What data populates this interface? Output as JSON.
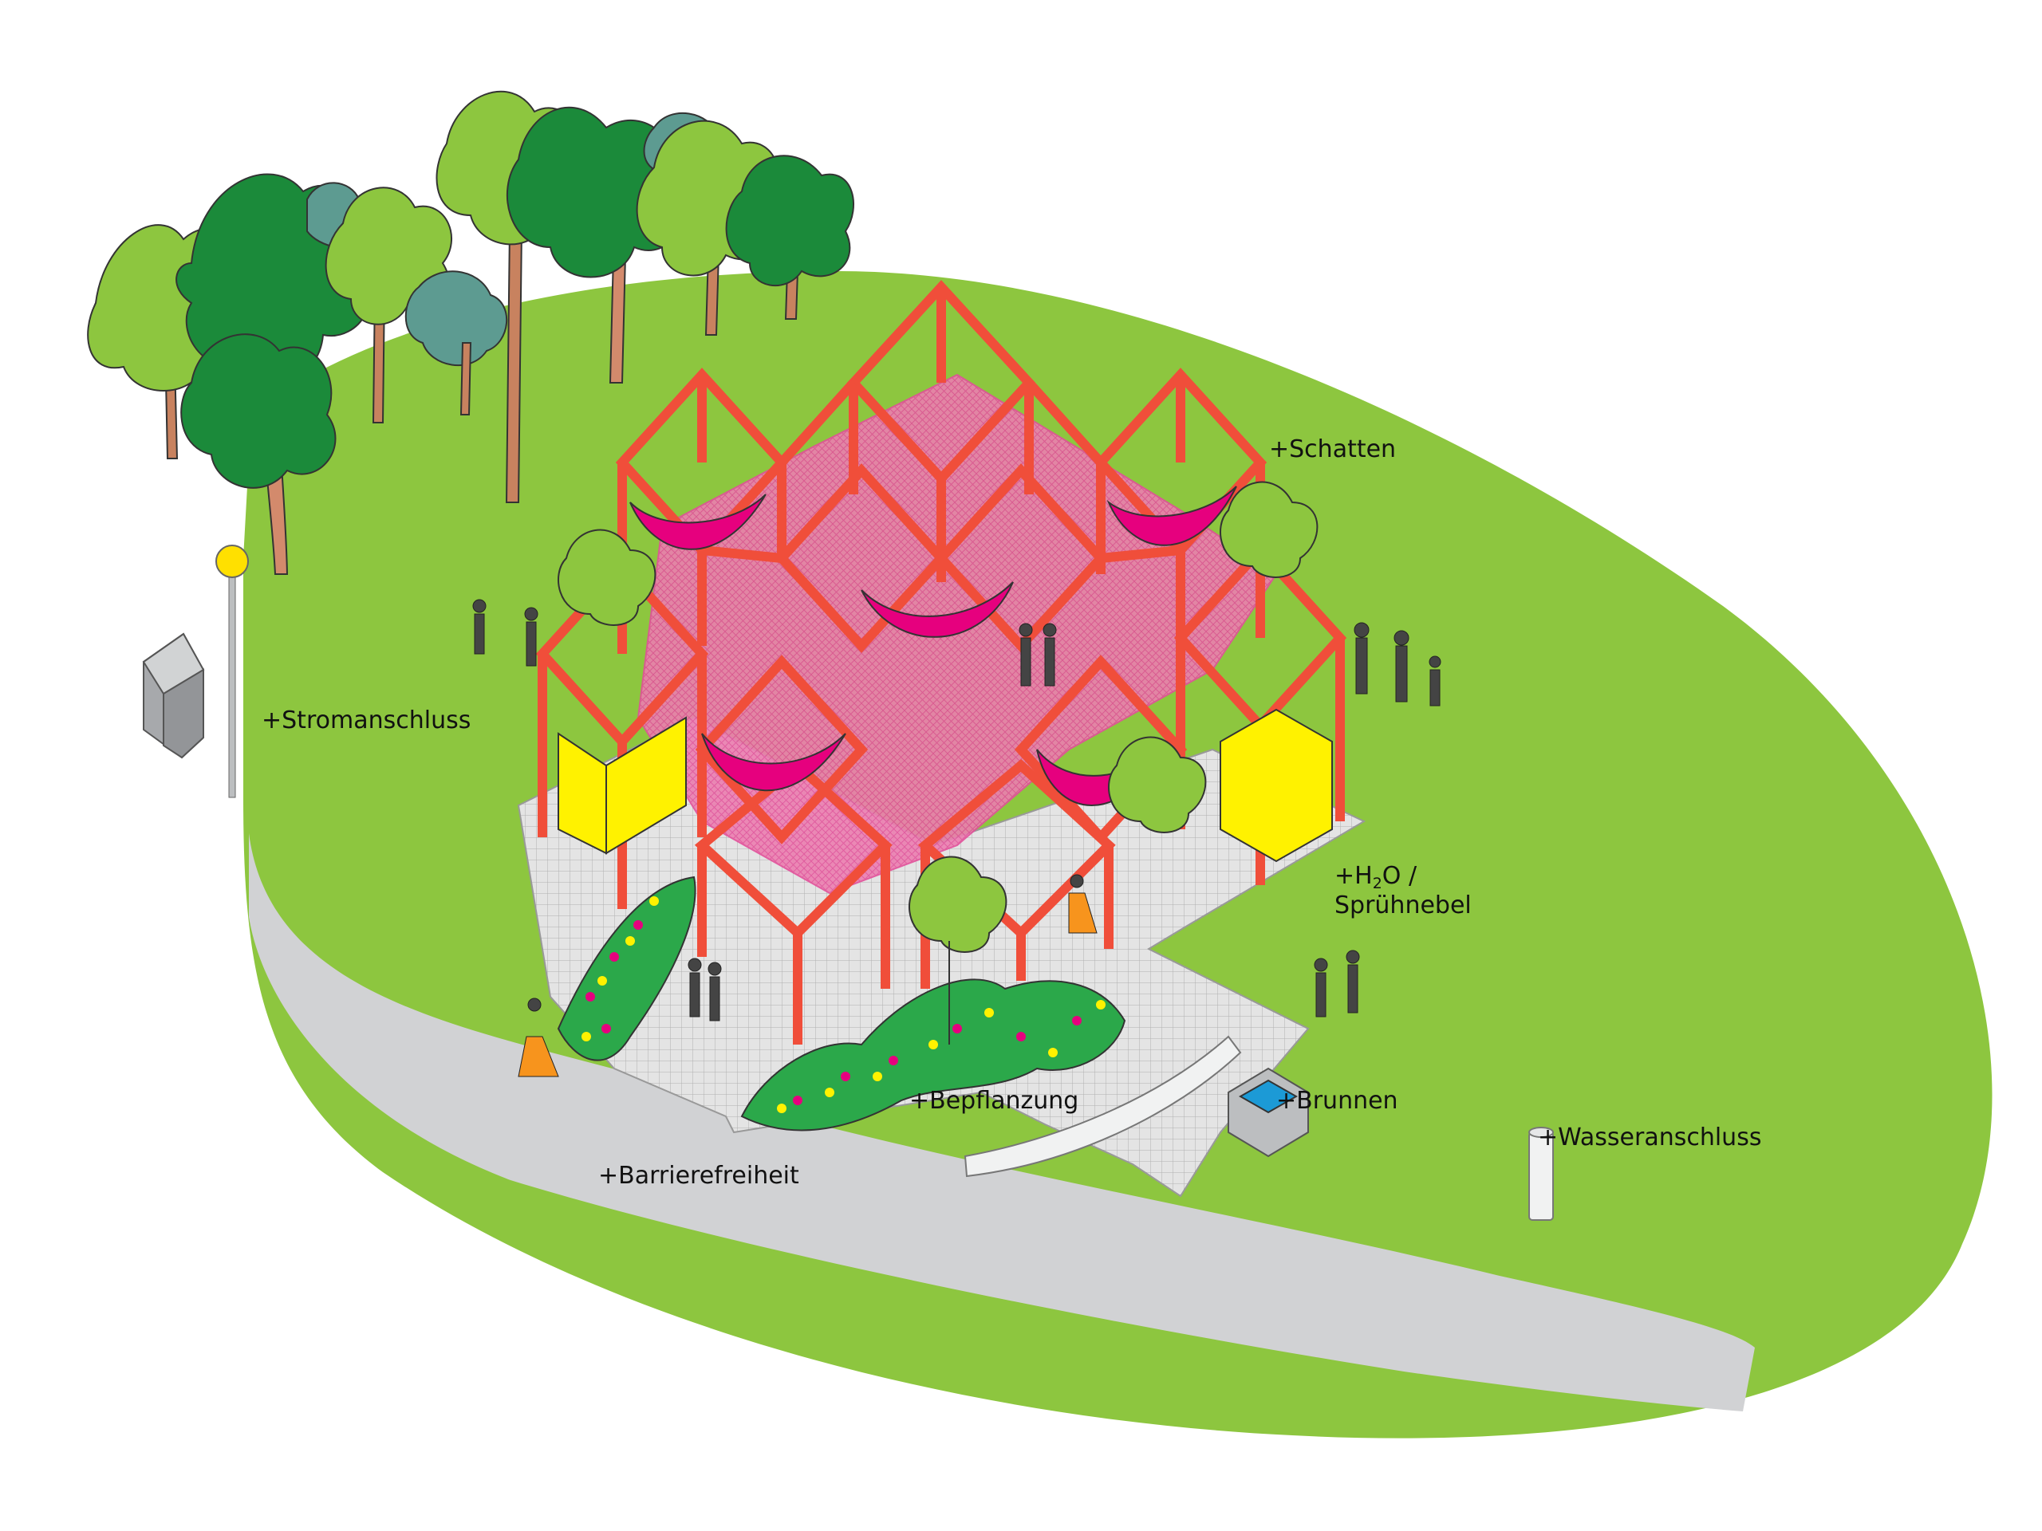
{
  "colors": {
    "lawn": "#8dc63f",
    "path": "#d1d2d4",
    "pavement": "#e4e4e4",
    "frame": "#f04e3a",
    "canopy": "#e8438c",
    "hammock": "#e6007e",
    "seat_yellow": "#fff200",
    "tree_light": "#8dc63f",
    "tree_dark": "#1b8a3a",
    "tree_blue": "#5d9b91",
    "lamp": "#ffe000"
  },
  "icons": [
    "tree-icon",
    "lamp-icon",
    "utility-box-icon",
    "fountain-icon",
    "hydrant-icon",
    "bench-icon",
    "person-icon"
  ],
  "labels": {
    "schatten": "+Schatten",
    "stromanschluss": "+Stromanschluss",
    "h2o_prefix": "+H",
    "h2o_sub": "2",
    "h2o_suffix": "O /",
    "spruehnebel": "Sprühnebel",
    "bepflanzung": "+Bepflanzung",
    "brunnen": "+Brunnen",
    "wasseranschluss": "+Wasseranschluss",
    "barrierefreiheit": "+Barrierefreiheit"
  }
}
